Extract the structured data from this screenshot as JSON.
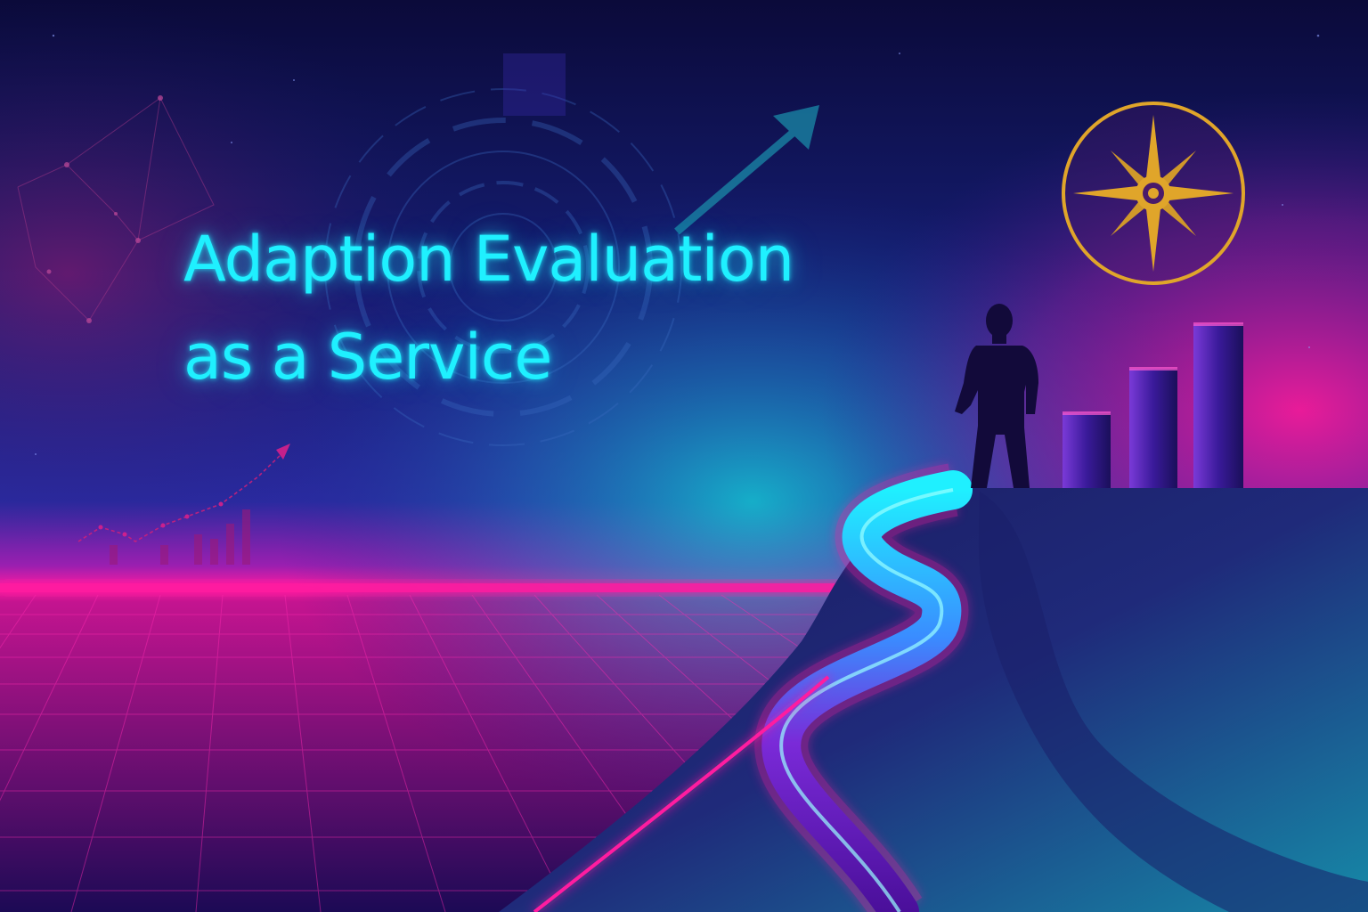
{
  "headline": {
    "line1": "Adaption Evaluation",
    "line2": "as a Service"
  },
  "colors": {
    "sky_top": "#0b0a3a",
    "sky_mid": "#1a2a8c",
    "horizon_magenta": "#ff1aa0",
    "cyan_glow": "#1ff0ff",
    "teal_glow": "#0fb8c8",
    "compass_gold": "#e0a52a",
    "silhouette": "#120a3a"
  },
  "icons": [
    "compass-icon",
    "person-silhouette",
    "growth-arrow-icon",
    "bar-chart-icon",
    "line-chart-icon",
    "target-rings-icon"
  ]
}
